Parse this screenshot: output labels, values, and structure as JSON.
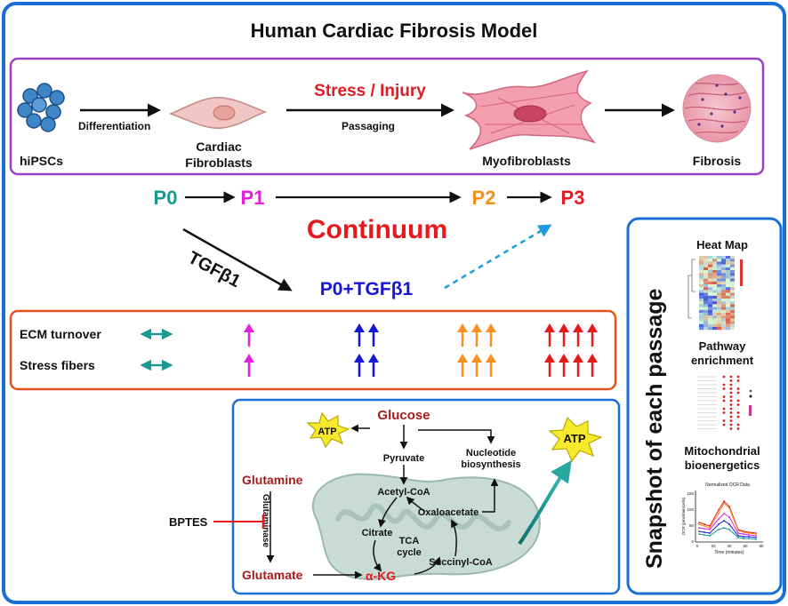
{
  "title": "Human Cardiac Fibrosis Model",
  "differentiation_panel": {
    "stress_label": "Stress / Injury",
    "steps": [
      "Differentiation",
      "Passaging"
    ],
    "stages": [
      {
        "line1": "hiPSCs",
        "line2": ""
      },
      {
        "line1": "Cardiac",
        "line2": "Fibroblasts"
      },
      {
        "line1": "Myofibroblasts",
        "line2": ""
      },
      {
        "line1": "Fibrosis",
        "line2": ""
      }
    ]
  },
  "continuum": {
    "passages": [
      "P0",
      "P1",
      "P2",
      "P3"
    ],
    "label": "Continuum",
    "treatment": "TGFβ1",
    "treated": "P0+TGFβ1",
    "colors": {
      "P0": "#1a9a8e",
      "P1": "#e61fd9",
      "P2": "#f5901e",
      "P3": "#e8191c",
      "treated": "#1616d6",
      "continuum": "#e8191c"
    }
  },
  "phenotypes": {
    "rows": [
      "ECM turnover",
      "Stress fibers"
    ],
    "arrow_counts": [
      1,
      2,
      3,
      4
    ],
    "colors": [
      "#e61fd9",
      "#1616d6",
      "#f5901e",
      "#e8191c"
    ],
    "baseline_color": "#1a9a8e"
  },
  "metabolism": {
    "glucose": "Glucose",
    "atp": "ATP",
    "pyruvate": "Pyruvate",
    "nucleotide_line1": "Nucleotide",
    "nucleotide_line2": "biosynthesis",
    "acetyl_coa": "Acetyl-CoA",
    "oxaloacetate": "Oxaloacetate",
    "citrate": "Citrate",
    "tca_line1": "TCA",
    "tca_line2": "cycle",
    "succinyl_coa": "Succinyl-CoA",
    "akg": "α-KG",
    "glutamine": "Glutamine",
    "glutaminase": "Glutaminase",
    "glutamate": "Glutamate",
    "bptes": "BPTES"
  },
  "snapshot": {
    "title": "Snapshot of each passage",
    "heatmap_label": "Heat Map",
    "pathway_line1": "Pathway",
    "pathway_line2": "enrichment",
    "mito_line1": "Mitochondrial",
    "mito_line2": "bioenergetics",
    "ocr_title": "Normalized OCR Data",
    "ocr_xlabel": "Time (minutes)",
    "ocr_ylabel": "OCR (pmol/min/cells)",
    "ocr_xticks": [
      "0",
      "20",
      "40",
      "60",
      "80"
    ],
    "ocr_yticks": [
      "0",
      "50",
      "100",
      "150"
    ]
  }
}
